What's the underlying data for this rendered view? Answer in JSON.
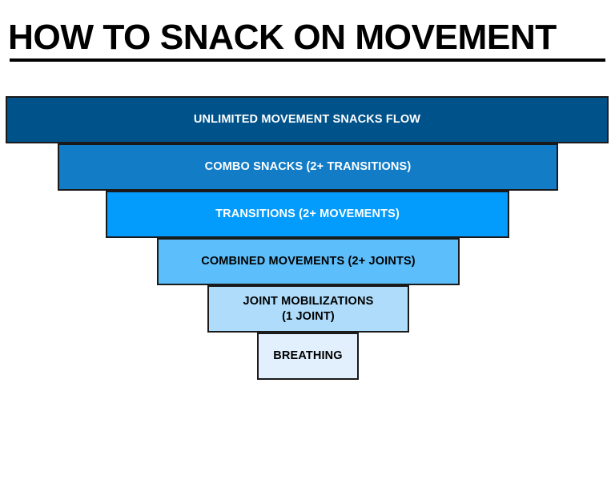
{
  "title": "HOW TO SNACK ON MOVEMENT",
  "diagram": {
    "type": "inverted-pyramid",
    "tiers": [
      {
        "label": "UNLIMITED MOVEMENT SNACKS FLOW",
        "color": "#00528a",
        "text_color": "#ffffff",
        "level": 1
      },
      {
        "label": "COMBO SNACKS (2+ TRANSITIONS)",
        "color": "#127cc7",
        "text_color": "#ffffff",
        "level": 2
      },
      {
        "label": "TRANSITIONS (2+ MOVEMENTS)",
        "color": "#039bfc",
        "text_color": "#ffffff",
        "level": 3
      },
      {
        "label": "COMBINED MOVEMENTS (2+ JOINTS)",
        "color": "#5cbefa",
        "text_color": "#000000",
        "level": 4
      },
      {
        "label": "JOINT MOBILIZATIONS\n(1 JOINT)",
        "color": "#aedcfa",
        "text_color": "#000000",
        "level": 5
      },
      {
        "label": "BREATHING",
        "color": "#e2f0fd",
        "text_color": "#000000",
        "level": 6
      }
    ]
  }
}
